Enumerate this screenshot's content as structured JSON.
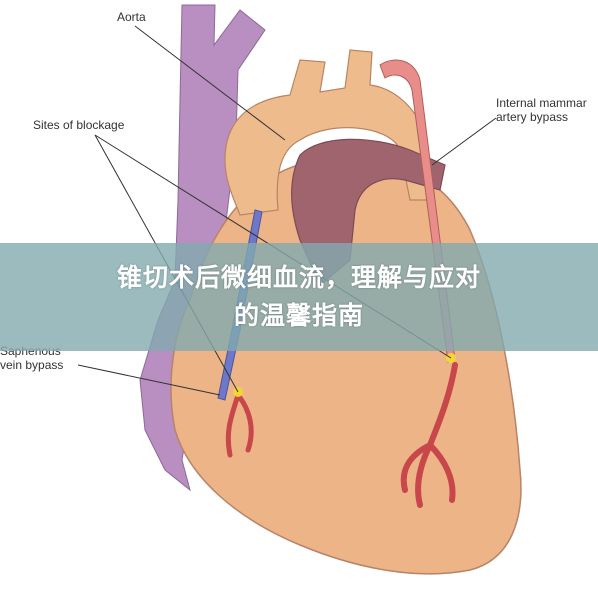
{
  "labels": {
    "aorta": "Aorta",
    "sites_of_blockage": "Sites of blockage",
    "mammary_line1": "Internal mammar",
    "mammary_line2": "artery bypass",
    "saphenous_line1": "Saphenous",
    "saphenous_line2": "vein bypass"
  },
  "banner": {
    "line1": "锥切术后微细血流，理解与应对",
    "line2": "的温馨指南"
  },
  "colors": {
    "heart_body": "#ecb487",
    "aorta": "#eebc8c",
    "vein_purple": "#b88fc0",
    "dark_vessel": "#a0646f",
    "artery_red": "#c8474b",
    "mammary_bypass": "#e98d8a",
    "saphenous_bypass": "#6e78c8",
    "blockage": "#f5d535",
    "banner_overlay": "#82aaaf"
  }
}
